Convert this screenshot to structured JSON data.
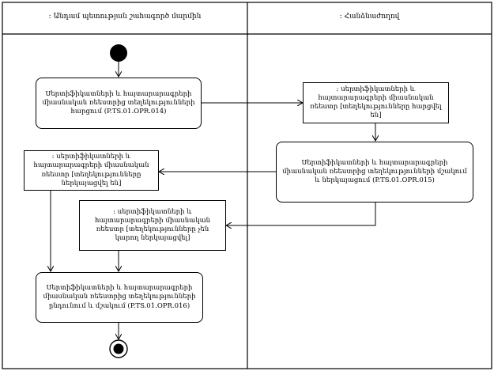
{
  "lanes": [
    {
      "title": ": Անդամ պետության շահագործ մարմին"
    },
    {
      "title": ": Հանձնաժողով"
    }
  ],
  "nodes": {
    "request": "Սերտիֆիկատների և հայտարարագրերի միասնական ռեեստրից տեղեկությունների հարցում (P.TS.01.OPR.014)",
    "obj_request": ": սերտիֆիկատների և հայտարարագրերի միասնական ռեեստր [տեղեկությունները հարցվել են]",
    "process": "Սերտիֆիկատների և հայտարարագրերի միասնական ռեեստրից տեղեկությունների մշակում և ներկայացում (P.TS.01.OPR.015)",
    "obj_presented": ": սերտիֆիկատների և հայտարարագրերի միասնական ռեեստր [տեղեկությունները ներկայացվել են]",
    "obj_not_presented": ": սերտիֆիկատների և հայտարարագրերի միասնական ռեեստր [տեղեկությունները չեն կարող ներկայացվել]",
    "receive": "Սերտիֆիկատների և հայտարարագրերի միասնական ռեեստրից տեղեկությունների ընդունում և մշակում (P.TS.01.OPR.016)"
  },
  "colors": {
    "line": "#000000",
    "background": "#ffffff"
  }
}
